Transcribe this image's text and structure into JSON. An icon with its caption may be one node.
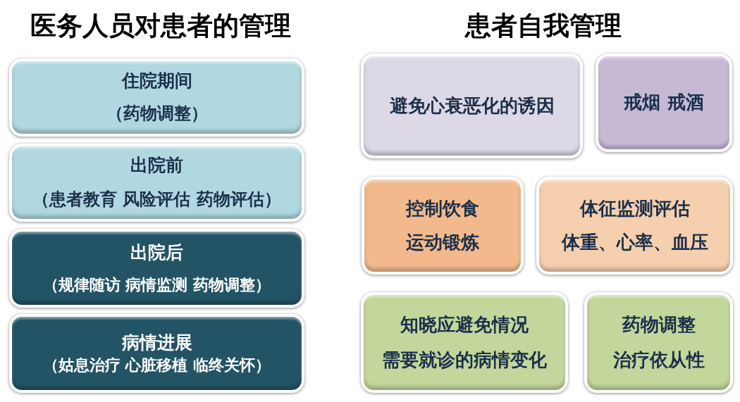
{
  "diagram": {
    "nodes": [
      {
        "text": [
          "住院期间",
          "（药物调整）"
        ]
      },
      {
        "text": [
          "出院前",
          "（患者教育 风险评估 药物评估）"
        ]
      },
      {
        "text": [
          "出院后",
          "（规律随访 病情监测 药物调整）"
        ]
      },
      {
        "text": [
          "病情进展",
          "（姑息治疗 心脏移植 临终关怀）"
        ]
      },
      {
        "text": [
          "避免心衰恶化的诱因"
        ]
      },
      {
        "text": [
          "戒烟 戒酒"
        ]
      },
      {
        "text": [
          "控制饮食",
          "运动锻炼"
        ]
      },
      {
        "text": [
          "体征监测评估",
          "体重、心率、血压"
        ]
      },
      {
        "text": [
          "知晓应避免情况",
          "需要就诊的病情变化"
        ]
      },
      {
        "text": [
          "药物调整",
          "治疗依从性"
        ]
      }
    ],
    "labels": [
      "医务人员对患者的管理",
      "患者自我管理"
    ]
  }
}
